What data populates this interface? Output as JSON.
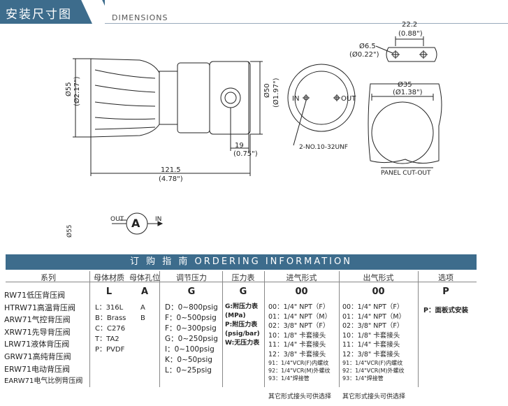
{
  "header": {
    "title": "安装尺寸图",
    "subtitle": "DIMENSIONS"
  },
  "drawing": {
    "dims": {
      "d55": "Ø55",
      "d55in": "(Ø2.17\")",
      "d50": "Ø50",
      "d50in": "(Ø1.97\")",
      "len": "121.5",
      "lenin": "(4.78\")",
      "l19": "19",
      "l19in": "(0.75\")",
      "w222": "22.2",
      "w222in": "(0.88\")",
      "d65": "Ø6.5",
      "d65in": "(Ø0.22\")",
      "d35": "Ø35",
      "d35in": "(Ø1.38\")"
    },
    "port_in": "IN",
    "port_out": "OUT",
    "thread_note": "2-NO.10-32UNF",
    "panel_label": "PANEL CUT-OUT",
    "symbol": {
      "letter": "A",
      "out": "OUT",
      "in": "IN"
    }
  },
  "ordering": {
    "title": "订 购 指 南     ORDERING INFORMATION",
    "headers": [
      "系列",
      "母体材质",
      "母体孔位",
      "调节压力",
      "压力表",
      "进气形式",
      "出气形式",
      "选项"
    ],
    "codes": [
      "L",
      "A",
      "G",
      "G",
      "00",
      "00",
      "P"
    ],
    "series": [
      "RW71低压背压阀",
      "HTRW71高温背压阀",
      "ARW71气控背压阀",
      "XRW71先导背压阀",
      "LRW71液体背压阀",
      "GRW71高纯背压阀",
      "ERW71电动背压阀",
      "EARW71电气比例背压阀"
    ],
    "material": [
      "L：316L",
      "B：Brass",
      "C：C276",
      "T：TA2",
      "P：PVDF"
    ],
    "port": [
      "A",
      "B"
    ],
    "pressure": [
      "D：0~800psig",
      "F：0~500psig",
      "F：0~300psig",
      "G：0~250psig",
      "I：0~100psig",
      "K：0~50psig",
      "L：0~25psig"
    ],
    "gauge": [
      "G:附压力表",
      "(MPa)",
      "P:附压力表",
      "(psig/bar)",
      "W:无压力表"
    ],
    "inlet": [
      "00：1/4\" NPT（F）",
      "01：1/4\" NPT（M）",
      "02：3/8\" NPT（F）",
      "10：1/8\" 卡套接头",
      "11：1/4\" 卡套接头",
      "12：3/8\" 卡套接头",
      "91：1/4\"VCR(F)内螺纹",
      "92：1/4\"VCR(M)外螺纹",
      "93：1/4\"焊接管"
    ],
    "outlet": [
      "00：1/4\" NPT（F）",
      "01：1/4\" NPT（M）",
      "02：3/8\" NPT（F）",
      "10：1/8\" 卡套接头",
      "11：1/4\" 卡套接头",
      "12：3/8\" 卡套接头",
      "91：1/4\"VCR(F)内螺纹",
      "92：1/4\"VCR(M)外螺纹",
      "93：1/4\"焊接管"
    ],
    "option": [
      "P：面板式安装"
    ],
    "footnote_in": "其它形式接头可供选择",
    "footnote_out": "其它形式接头可供选择"
  }
}
